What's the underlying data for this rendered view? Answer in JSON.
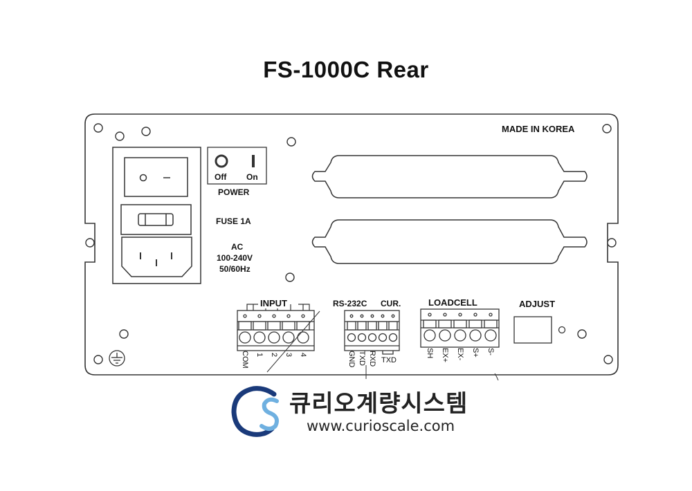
{
  "title": "FS-1000C  Rear",
  "made_in": "MADE IN KOREA",
  "power": {
    "off_label": "Off",
    "on_label": "On",
    "title": "POWER"
  },
  "fuse_label": "FUSE  1A",
  "ac": {
    "line1": "AC",
    "line2": "100-240V",
    "line3": "50/60Hz"
  },
  "input": {
    "title": "INPUT",
    "pins": [
      "COM",
      "1",
      "2",
      "3",
      "4"
    ]
  },
  "rs232c": {
    "title": "RS-232C",
    "pins": [
      "GND",
      "TXD",
      "RXD"
    ]
  },
  "cur": {
    "title": "CUR.",
    "pin": "TXD"
  },
  "loadcell": {
    "title": "LOADCELL",
    "pins": [
      "SH",
      "EX+",
      "EX-",
      "S+",
      "S-"
    ]
  },
  "adjust_label": "ADJUST",
  "brand": {
    "name": "큐리오계량시스템",
    "url": "www.curioscale.com"
  }
}
